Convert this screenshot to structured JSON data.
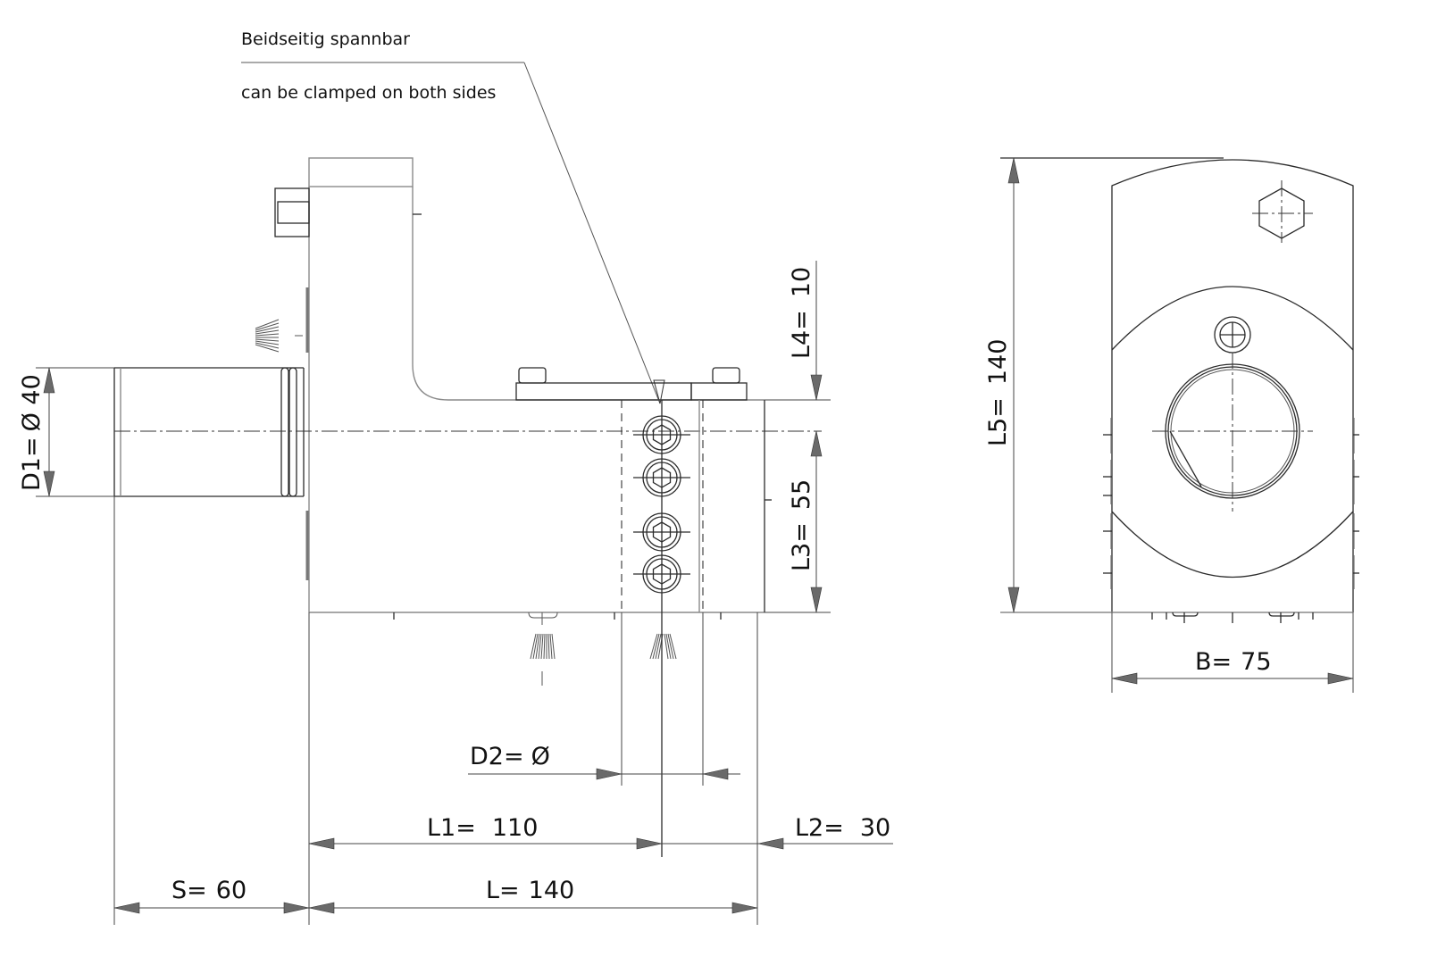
{
  "notes": {
    "german": "Beidseitig spannbar",
    "english": "can be clamped on both sides"
  },
  "dimensions": {
    "d1": {
      "label": "D1=",
      "value": "Ø 40"
    },
    "d2": {
      "label": "D2=",
      "value": "Ø"
    },
    "l": {
      "label": "L=",
      "value": "140"
    },
    "l1": {
      "label": "L1=",
      "value": "110"
    },
    "l2": {
      "label": "L2=",
      "value": "30"
    },
    "l3": {
      "label": "L3=",
      "value": "55"
    },
    "l4": {
      "label": "L4=",
      "value": "10"
    },
    "l5": {
      "label": "L5=",
      "value": "140"
    },
    "s": {
      "label": "S=",
      "value": "60"
    },
    "b": {
      "label": "B=",
      "value": "75"
    }
  },
  "views": {
    "side_view": "side-view",
    "front_view": "front-view"
  }
}
